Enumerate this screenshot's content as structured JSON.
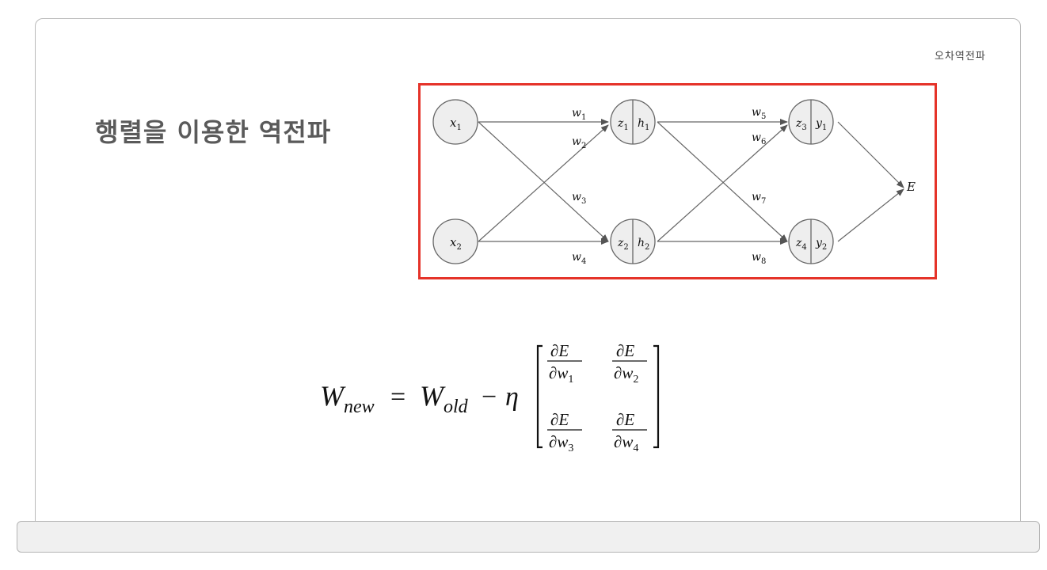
{
  "section_label": "오차역전파",
  "title": "행렬을 이용한 역전파",
  "diagram": {
    "inputs": [
      {
        "var": "x",
        "sub": "1"
      },
      {
        "var": "x",
        "sub": "2"
      }
    ],
    "hidden": [
      {
        "pre": "z",
        "pre_sub": "1",
        "post": "h",
        "post_sub": "1"
      },
      {
        "pre": "z",
        "pre_sub": "2",
        "post": "h",
        "post_sub": "2"
      }
    ],
    "outputs": [
      {
        "pre": "z",
        "pre_sub": "3",
        "post": "y",
        "post_sub": "1"
      },
      {
        "pre": "z",
        "pre_sub": "4",
        "post": "y",
        "post_sub": "2"
      }
    ],
    "weights": [
      {
        "var": "w",
        "sub": "1"
      },
      {
        "var": "w",
        "sub": "2"
      },
      {
        "var": "w",
        "sub": "3"
      },
      {
        "var": "w",
        "sub": "4"
      },
      {
        "var": "w",
        "sub": "5"
      },
      {
        "var": "w",
        "sub": "6"
      },
      {
        "var": "w",
        "sub": "7"
      },
      {
        "var": "w",
        "sub": "8"
      }
    ],
    "error": "E",
    "highlight_color": "#e53329"
  },
  "formula": {
    "lhs": "W",
    "lhs_sub": "new",
    "equals": "=",
    "rhs": "W",
    "rhs_sub": "old",
    "minus": "−",
    "eta": "η",
    "matrix": [
      [
        {
          "num": "∂E",
          "den": "∂w",
          "sub": "1"
        },
        {
          "num": "∂E",
          "den": "∂w",
          "sub": "2"
        }
      ],
      [
        {
          "num": "∂E",
          "den": "∂w",
          "sub": "3"
        },
        {
          "num": "∂E",
          "den": "∂w",
          "sub": "4"
        }
      ]
    ]
  }
}
